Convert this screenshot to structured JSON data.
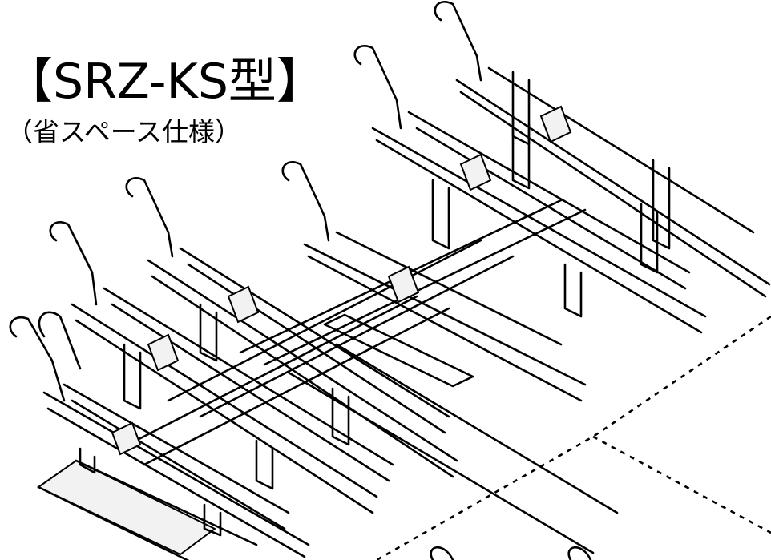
{
  "header": {
    "title": "【SRZ-KS型】",
    "subtitle": "（省スペース仕様）"
  },
  "drawing": {
    "subject": "two-tier bicycle parking rack, isometric line drawing",
    "colors": {
      "line": "#000000",
      "background": "#ffffff"
    },
    "racks": [
      {
        "id": "front-left"
      },
      {
        "id": "front-mid-left"
      },
      {
        "id": "back-left"
      },
      {
        "id": "mid-center"
      },
      {
        "id": "back-right"
      },
      {
        "id": "far-right"
      }
    ]
  }
}
